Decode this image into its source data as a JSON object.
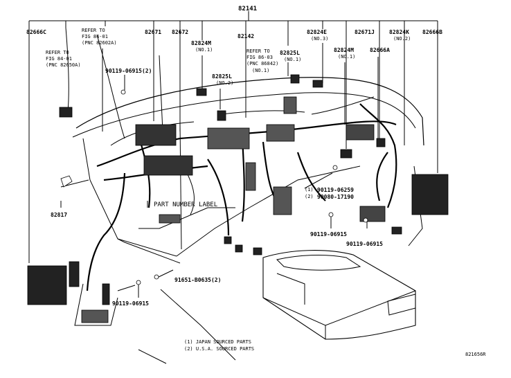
{
  "diagram": {
    "main_part": "82141",
    "labels": {
      "p82666c": "82666C",
      "refer_fig_8401": "REFER TO\nFIG 84-01\n(PNC 82602A)",
      "refer_fig_8401_left": "REFER TO\nFIG 84-01\n(PNC 82650A)",
      "p82671": "82671",
      "p82672": "82672",
      "p82824m_1": "82824M",
      "p82824m_1_sub": "(NO.1)",
      "p82142": "82142",
      "refer_fig_8603": "REFER TO\nFIG 86-03\n(PNC 86842)",
      "refer_fig_8603_sub": "(NO.1)",
      "p82825l_1": "82825L",
      "p82825l_1_sub": "(NO.1)",
      "p82824e": "82824E",
      "p82824e_sub": "(NO.3)",
      "p82671j": "82671J",
      "p82824k": "82824K",
      "p82824k_sub": "(NO.2)",
      "p82666b": "82666B",
      "p82824m_2": "82824M",
      "p82824m_2_sub": "(NO.1)",
      "p82666a": "82666A",
      "p82825l_2": "82825L",
      "p82825l_2_sub": "(NO.2)",
      "clip_top": "90119-06915(2)",
      "clip_right": "90119-06259",
      "clip_right_alt": "90080-17190",
      "clip_right_prefix_1": "(1)",
      "clip_right_prefix_2": "(2)",
      "p82817": "82817",
      "part_number_label": "PART NUMBER LABEL",
      "clip_mid": "90119-06915",
      "clip_mid2": "90119-06915",
      "screw": "91651-B0635(2)",
      "clip_bottom": "90119-06915",
      "note_1": "(1) JAPAN SOURCED PARTS",
      "note_2": "(2) U.S.A. SOURCED PARTS",
      "figure_id": "821656R"
    }
  }
}
